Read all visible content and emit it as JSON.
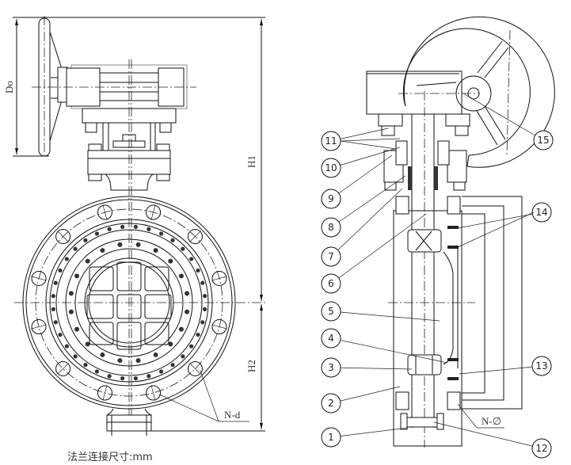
{
  "caption": "法兰连接尺寸:mm",
  "front_view": {
    "dimensions": {
      "do": "Do",
      "h1": "H1",
      "h2": "H2",
      "bolt_holes": "N-d"
    }
  },
  "section_view": {
    "bolt_holes": "N-∅",
    "part_labels": [
      "1",
      "2",
      "3",
      "4",
      "5",
      "6",
      "7",
      "8",
      "9",
      "10",
      "11",
      "12",
      "13",
      "14",
      "15"
    ]
  }
}
